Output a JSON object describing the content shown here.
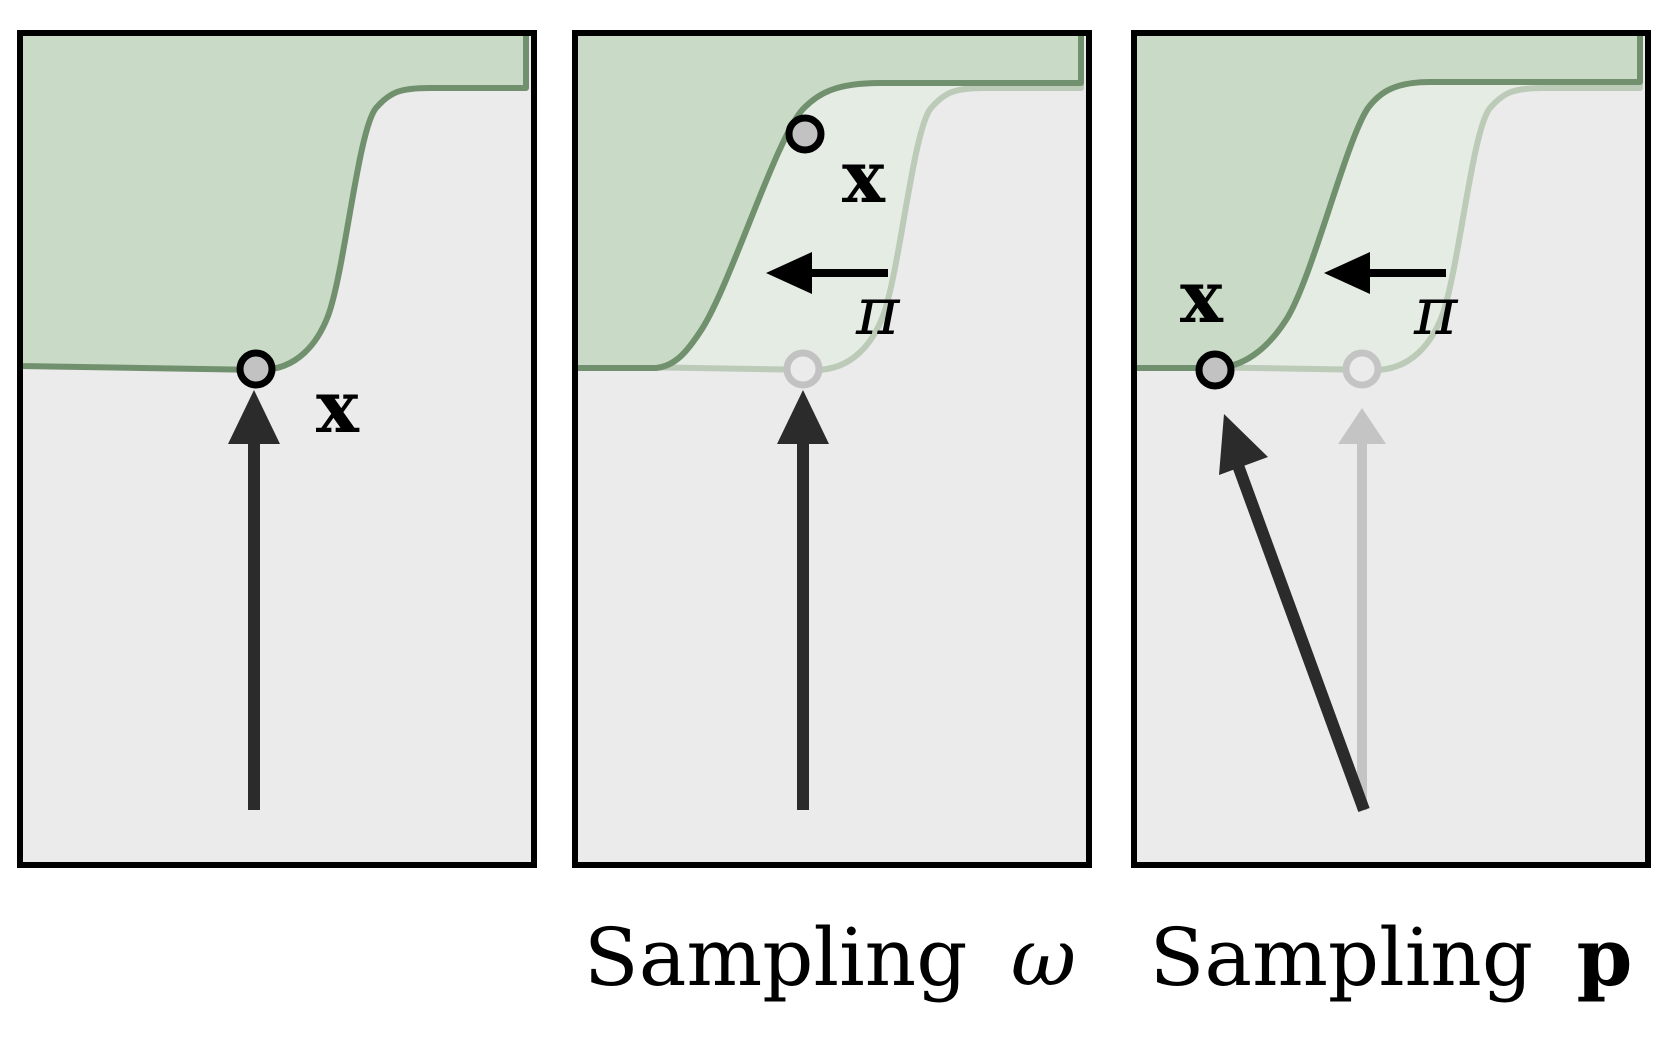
{
  "colors": {
    "background": "#ebebeb",
    "surface_fill": "#c9dbc6",
    "surface_stroke": "#71906d",
    "shifted_surface_fill": "#e5ece3",
    "faded_stroke": "#bccab8",
    "marker_fill": "#c2c2c2",
    "ray": "#2b2b2b",
    "faded_ray": "#c4c4c4"
  },
  "labels": {
    "point": "x",
    "shift": "π"
  },
  "panels": [
    {
      "caption": ""
    },
    {
      "caption": "Sampling",
      "caption_symbol": "ω"
    },
    {
      "caption": "Sampling",
      "caption_symbol": "p"
    }
  ]
}
